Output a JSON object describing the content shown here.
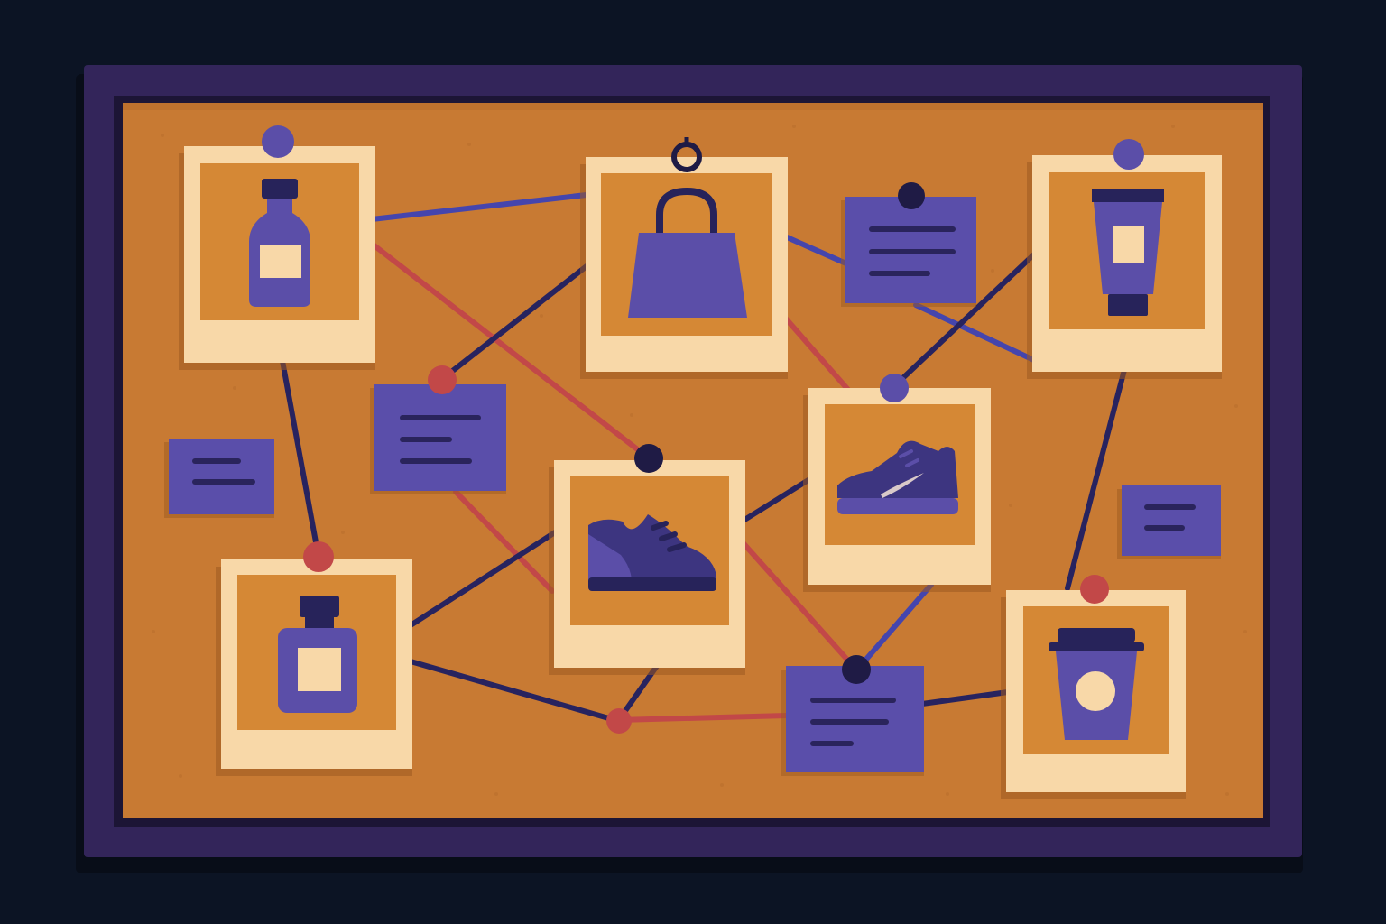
{
  "palette": {
    "background": "#0c1424",
    "frame": "#33255a",
    "frame_inner": "#1c1535",
    "cork": "#c87a33",
    "polaroid": "#f8d8a8",
    "photo": "#d58835",
    "product": "#5b4ea8",
    "product_dark": "#27235a",
    "note": "#5a4eaa",
    "note_line": "#2a245c",
    "string_navy": "#27235f",
    "string_blue": "#4545ad",
    "string_red": "#c24848",
    "pin_purple": "#5b4ea8",
    "pin_navy": "#1f1b45",
    "pin_red": "#c24848"
  },
  "board": {
    "photos": [
      {
        "id": "photo-bottle",
        "product": "bottle-icon",
        "pin": "purple"
      },
      {
        "id": "photo-bag",
        "product": "shopping-bag-icon",
        "pin": "ring"
      },
      {
        "id": "photo-tube",
        "product": "cosmetic-tube-icon",
        "pin": "purple"
      },
      {
        "id": "photo-sneaker-large",
        "product": "sneaker-icon",
        "pin": "navy"
      },
      {
        "id": "photo-sneaker-swoosh",
        "product": "running-shoe-icon",
        "pin": "purple"
      },
      {
        "id": "photo-perfume",
        "product": "perfume-icon",
        "pin": "red"
      },
      {
        "id": "photo-coffee",
        "product": "coffee-cup-icon",
        "pin": "red"
      }
    ],
    "notes": [
      {
        "id": "note-top-right",
        "lines": 3
      },
      {
        "id": "note-center-left",
        "lines": 3
      },
      {
        "id": "note-far-left",
        "lines": 2
      },
      {
        "id": "note-bottom-center",
        "lines": 3
      },
      {
        "id": "note-far-right",
        "lines": 2
      }
    ]
  }
}
